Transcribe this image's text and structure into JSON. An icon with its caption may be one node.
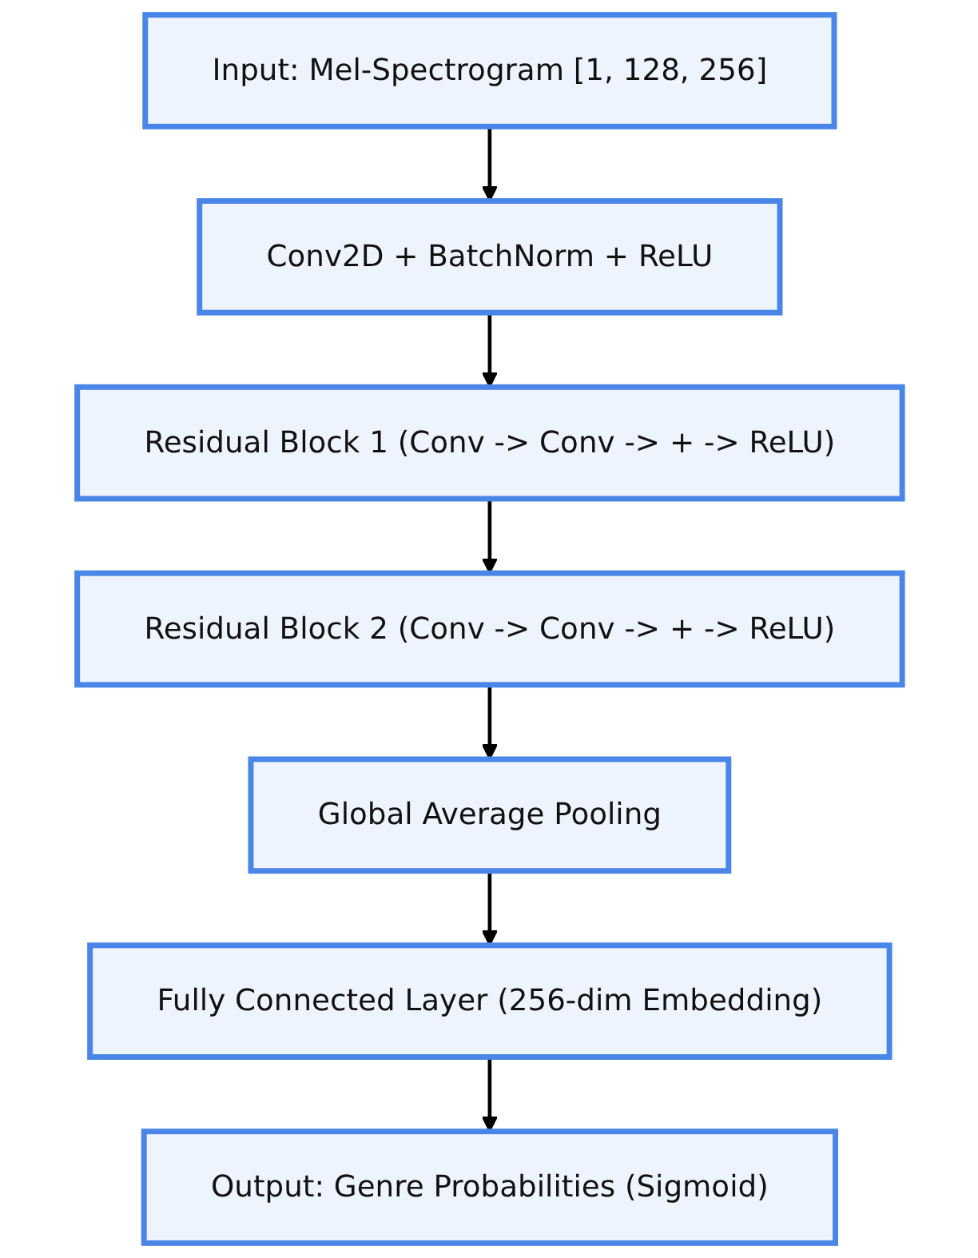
{
  "diagram": {
    "nodes": [
      {
        "text": [
          "Input: Mel-Spectrogram [1, 128, 256]"
        ]
      },
      {
        "text": [
          "Conv2D + BatchNorm + ReLU"
        ]
      },
      {
        "text": [
          "Residual Block 1 (Conv -> Conv -> + -> ReLU)"
        ]
      },
      {
        "text": [
          "Residual Block 2 (Conv -> Conv -> + -> ReLU)"
        ]
      },
      {
        "text": [
          "Global Average Pooling"
        ]
      },
      {
        "text": [
          "Fully Connected Layer (256-dim Embedding)"
        ]
      },
      {
        "text": [
          "Output: Genre Probabilities (Sigmoid)"
        ]
      }
    ],
    "edges": [
      {
        "from": 0,
        "to": 1,
        "arrow": "to"
      },
      {
        "from": 1,
        "to": 2,
        "arrow": "to"
      },
      {
        "from": 2,
        "to": 3,
        "arrow": "to"
      },
      {
        "from": 3,
        "to": 4,
        "arrow": "to"
      },
      {
        "from": 4,
        "to": 5,
        "arrow": "to"
      },
      {
        "from": 5,
        "to": 6,
        "arrow": "to"
      }
    ]
  }
}
